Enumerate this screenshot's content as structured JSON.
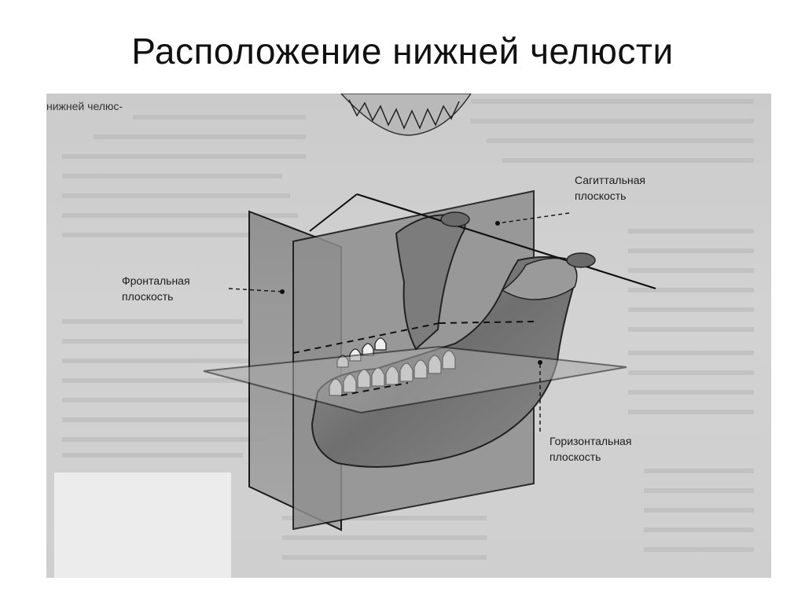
{
  "slide": {
    "title": "Расположение нижней челюсти"
  },
  "figure": {
    "corner_fragment": "нижней челюс-",
    "labels": {
      "sagittal": [
        "Сагиттальная",
        "плоскость"
      ],
      "frontal": [
        "Фронтальная",
        "плоскость"
      ],
      "horizontal": [
        "Горизонтальная",
        "плоскость"
      ]
    }
  },
  "colors": {
    "background": "#ffffff",
    "photo": "#cfcfcf",
    "plane_fill": "#9a9a9a",
    "ink": "#111111"
  }
}
